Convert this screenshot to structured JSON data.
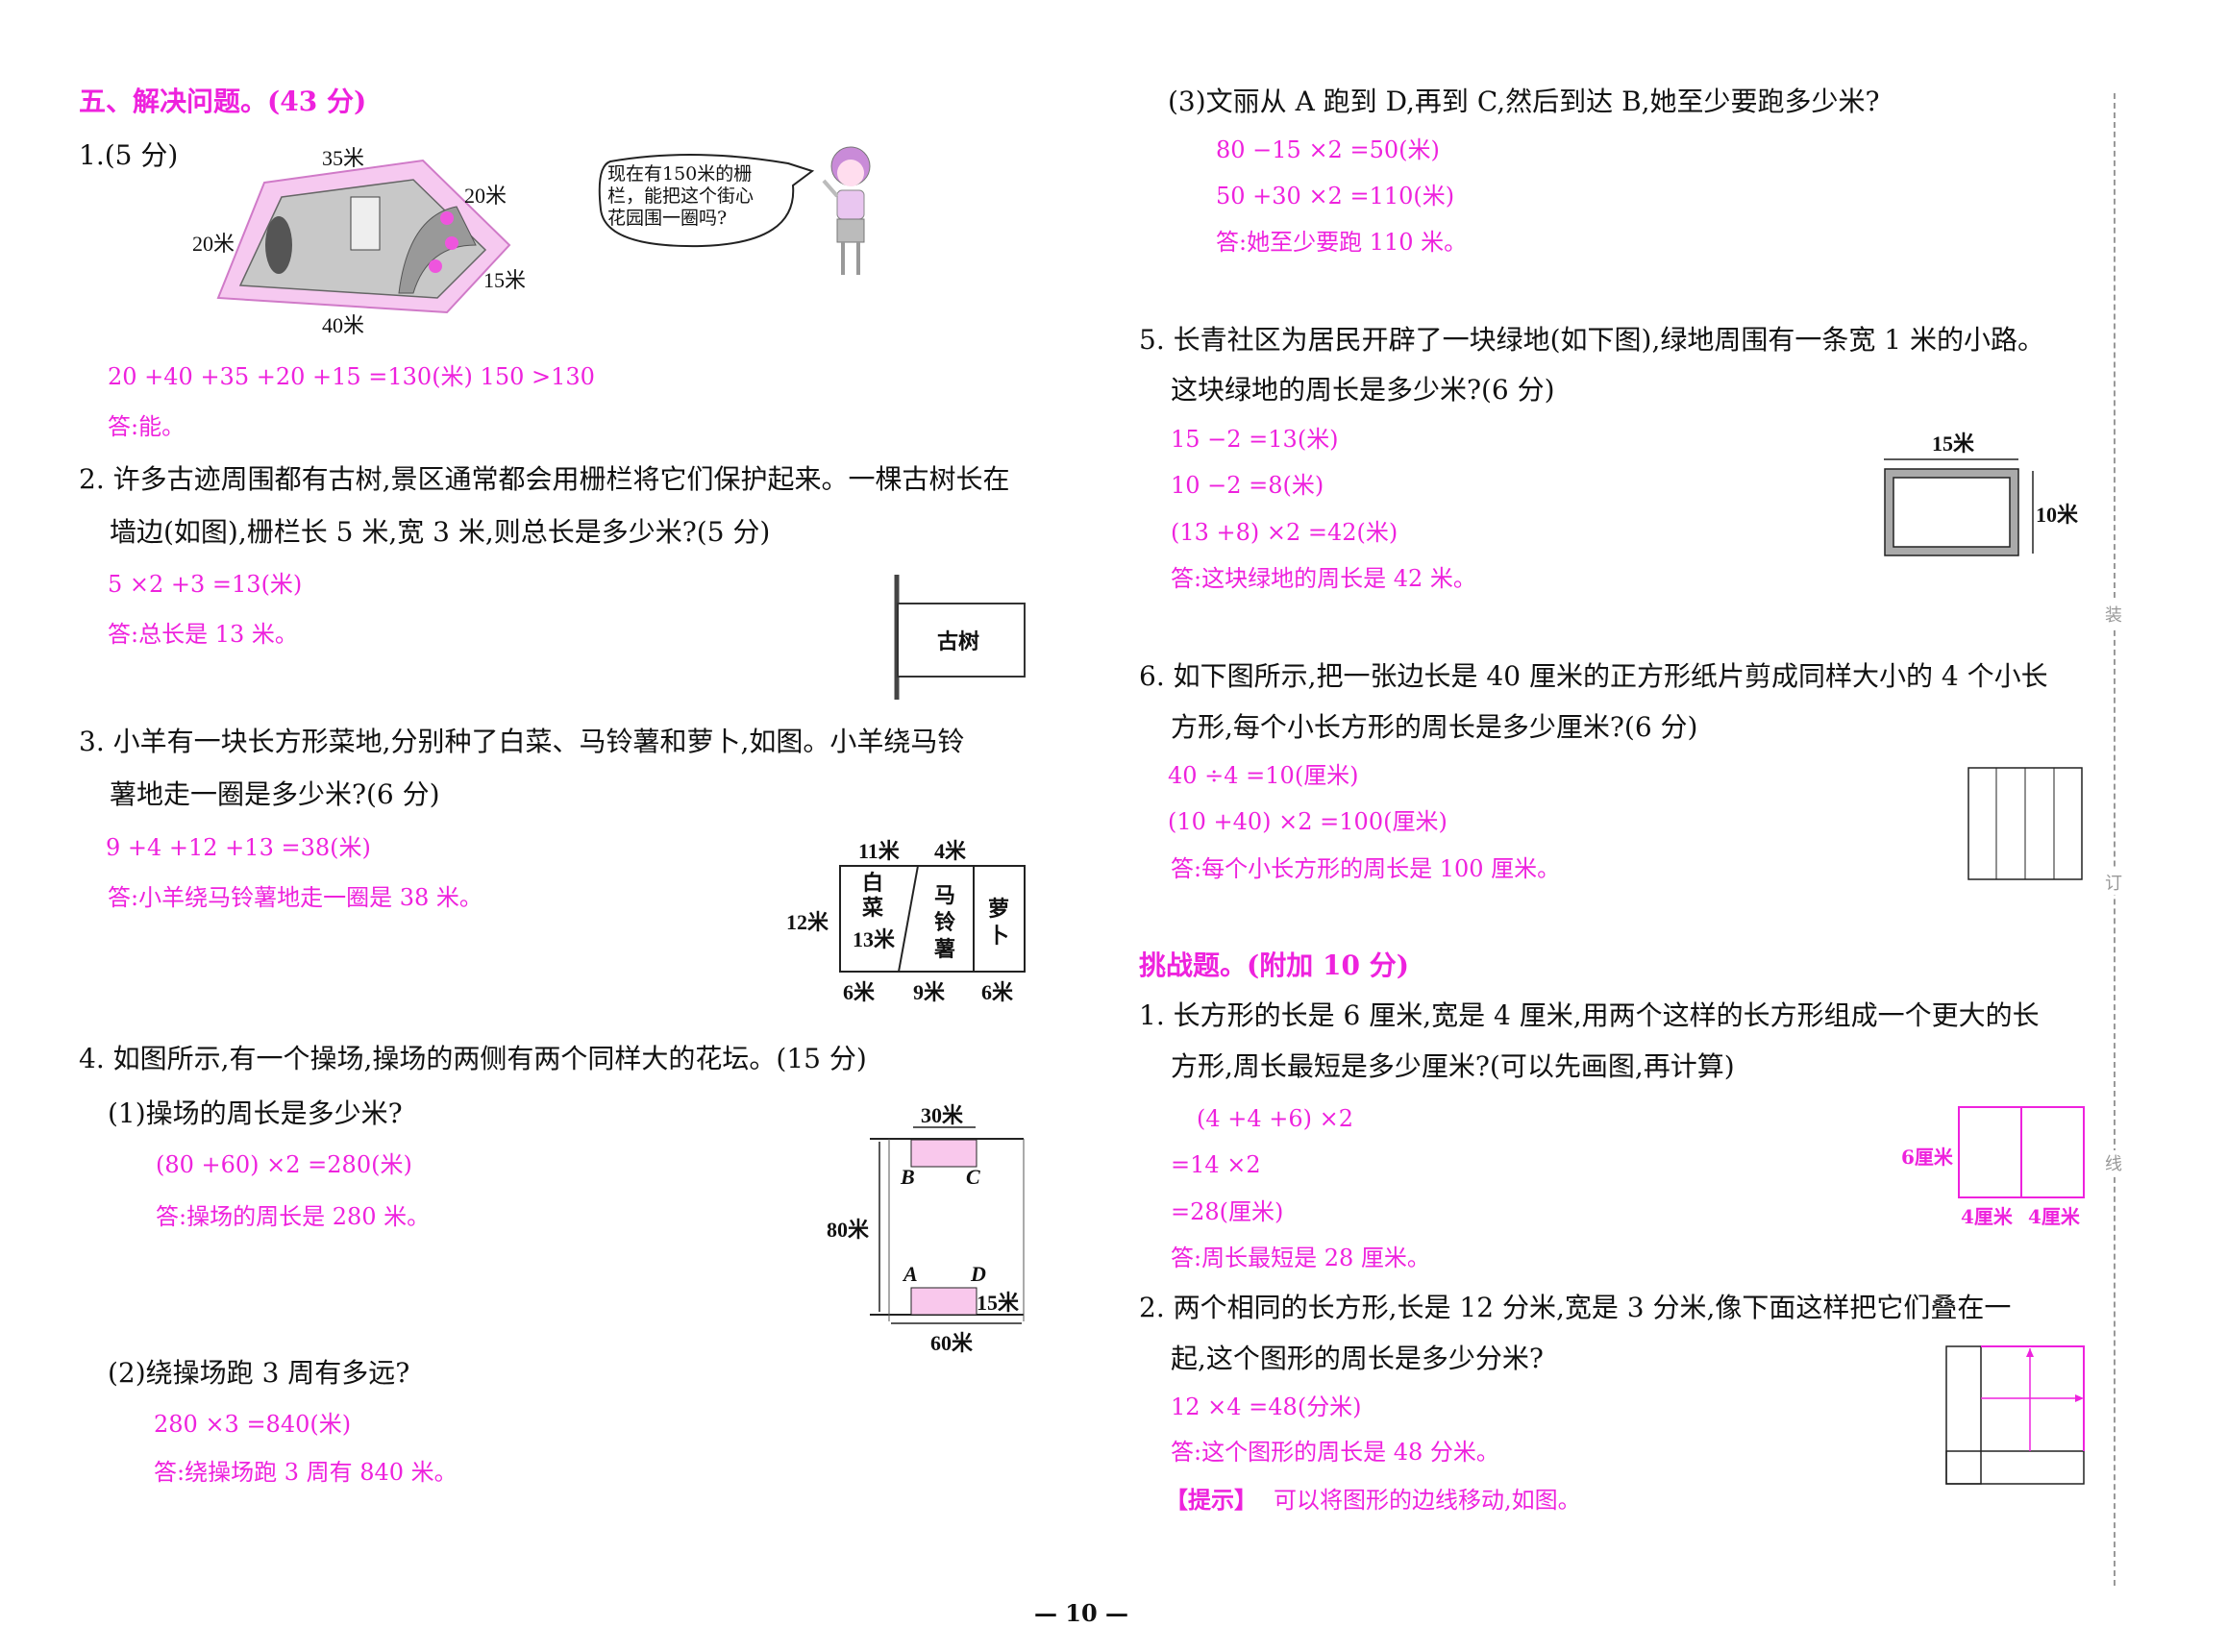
{
  "colors": {
    "accent": "#ee22dd",
    "flowerbed": "#f9c8ec"
  },
  "section5": {
    "title": "五、解决问题。(43 分)",
    "q1": {
      "label": "1.(5 分)",
      "fig": {
        "top": "35米",
        "right_top": "20米",
        "left": "20米",
        "right_bottom": "15米",
        "bottom": "40米"
      },
      "speech": [
        "现在有150米的栅",
        "栏，能把这个街心",
        "花园围一圈吗?"
      ],
      "answer": "20 +40 +35 +20 +15 =130(米)    150 >130",
      "reply": "答:能。"
    },
    "q2": {
      "lines": [
        "2. 许多古迹周围都有古树,景区通常都会用栅栏将它们保护起来。一棵古树长在",
        "墙边(如图),栅栏长 5 米,宽 3 米,则总长是多少米?(5 分)"
      ],
      "answer": "5 ×2 +3 =13(米)",
      "reply": "答:总长是 13 米。",
      "fig_label": "古树"
    },
    "q3": {
      "lines": [
        "3. 小羊有一块长方形菜地,分别种了白菜、马铃薯和萝卜,如图。小羊绕马铃",
        "薯地走一圈是多少米?(6 分)"
      ],
      "answer": "9 +4 +12 +13 =38(米)",
      "reply": "答:小羊绕马铃薯地走一圈是 38 米。",
      "fig": {
        "top1": "11米",
        "top2": "4米",
        "left": "12米",
        "diag": "13米",
        "b1": "6米",
        "b2": "9米",
        "b3": "6米",
        "cabbage": "白菜",
        "potato": "马铃薯",
        "radish": "萝卜"
      }
    },
    "q4": {
      "line": "4. 如图所示,有一个操场,操场的两侧有两个同样大的花坛。(15 分)",
      "p1": "(1)操场的周长是多少米?",
      "p1_answer": "(80 +60) ×2 =280(米)",
      "p1_reply": "答:操场的周长是 280 米。",
      "p2": "(2)绕操场跑 3 周有多远?",
      "p2_answer": "280 ×3 =840(米)",
      "p2_reply": "答:绕操场跑 3 周有 840 米。",
      "p3": "(3)文丽从 A 跑到 D,再到 C,然后到达 B,她至少要跑多少米?",
      "p3_answer1": "80 −15 ×2 =50(米)",
      "p3_answer2": "50 +30 ×2 =110(米)",
      "p3_reply": "答:她至少要跑 110 米。",
      "fig": {
        "top": "30米",
        "left": "80米",
        "bottom": "60米",
        "right": "15米",
        "B": "B",
        "C": "C",
        "A": "A",
        "D": "D"
      }
    },
    "q5": {
      "lines": [
        "5. 长青社区为居民开辟了一块绿地(如下图),绿地周围有一条宽 1 米的小路。",
        "这块绿地的周长是多少米?(6 分)"
      ],
      "answers": [
        "15 −2 =13(米)",
        "10 −2 =8(米)",
        "(13 +8) ×2 =42(米)"
      ],
      "reply": "答:这块绿地的周长是 42 米。",
      "fig": {
        "top": "15米",
        "right": "10米"
      }
    },
    "q6": {
      "lines": [
        "6. 如下图所示,把一张边长是 40 厘米的正方形纸片剪成同样大小的 4 个小长",
        "方形,每个小长方形的周长是多少厘米?(6 分)"
      ],
      "answers": [
        "40 ÷4 =10(厘米)",
        "(10 +40) ×2 =100(厘米)"
      ],
      "reply": "答:每个小长方形的周长是 100 厘米。"
    }
  },
  "challenge": {
    "title": "挑战题。(附加 10 分)",
    "q1": {
      "lines": [
        "1. 长方形的长是 6 厘米,宽是 4 厘米,用两个这样的长方形组成一个更大的长",
        "方形,周长最短是多少厘米?(可以先画图,再计算)"
      ],
      "answers": [
        "(4 +4 +6) ×2",
        "=14 ×2",
        "=28(厘米)"
      ],
      "reply": "答:周长最短是 28 厘米。",
      "fig": {
        "left": "6厘米",
        "b1": "4厘米",
        "b2": "4厘米"
      }
    },
    "q2": {
      "lines": [
        "2. 两个相同的长方形,长是 12 分米,宽是 3 分米,像下面这样把它们叠在一",
        "起,这个图形的周长是多少分米?"
      ],
      "answer": "12 ×4 =48(分米)",
      "reply": "答:这个图形的周长是 48 分米。",
      "hint_label": "【提示】",
      "hint": "可以将图形的边线移动,如图。"
    }
  },
  "binding_marks": [
    "装",
    "订",
    "线"
  ],
  "page_number": "— 10 —"
}
